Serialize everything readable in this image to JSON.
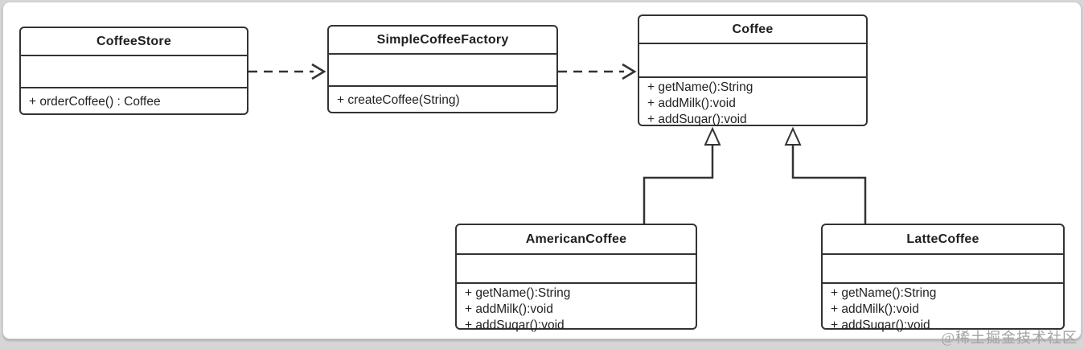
{
  "diagram": {
    "kind": "uml-class-diagram",
    "classes": [
      {
        "name": "CoffeeStore",
        "attributes": [],
        "methods": [
          "+ orderCoffee() : Coffee"
        ]
      },
      {
        "name": "SimpleCoffeeFactory",
        "attributes": [],
        "methods": [
          "+ createCoffee(String)"
        ]
      },
      {
        "name": "Coffee",
        "attributes": [],
        "methods": [
          "+ getName():String",
          "+ addMilk():void",
          "+ addSuqar():void"
        ]
      },
      {
        "name": "AmericanCoffee",
        "attributes": [],
        "methods": [
          "+ getName():String",
          "+ addMilk():void",
          "+ addSuqar():void"
        ]
      },
      {
        "name": "LatteCoffee",
        "attributes": [],
        "methods": [
          "+ getName():String",
          "+ addMilk():void",
          "+ addSuqar():void"
        ]
      }
    ],
    "relations": [
      {
        "from": "CoffeeStore",
        "to": "SimpleCoffeeFactory",
        "type": "dependency",
        "style": "dashed-open-arrow"
      },
      {
        "from": "SimpleCoffeeFactory",
        "to": "Coffee",
        "type": "dependency",
        "style": "dashed-open-arrow"
      },
      {
        "from": "AmericanCoffee",
        "to": "Coffee",
        "type": "inheritance",
        "style": "solid-hollow-triangle"
      },
      {
        "from": "LatteCoffee",
        "to": "Coffee",
        "type": "inheritance",
        "style": "solid-hollow-triangle"
      }
    ],
    "colors": {
      "stroke": "#333333",
      "text": "#1f1f1f",
      "background": "#ffffff",
      "watermark_gray": "#a3a3a3"
    }
  },
  "watermark": {
    "text": "@稀土掘金技术社区"
  }
}
